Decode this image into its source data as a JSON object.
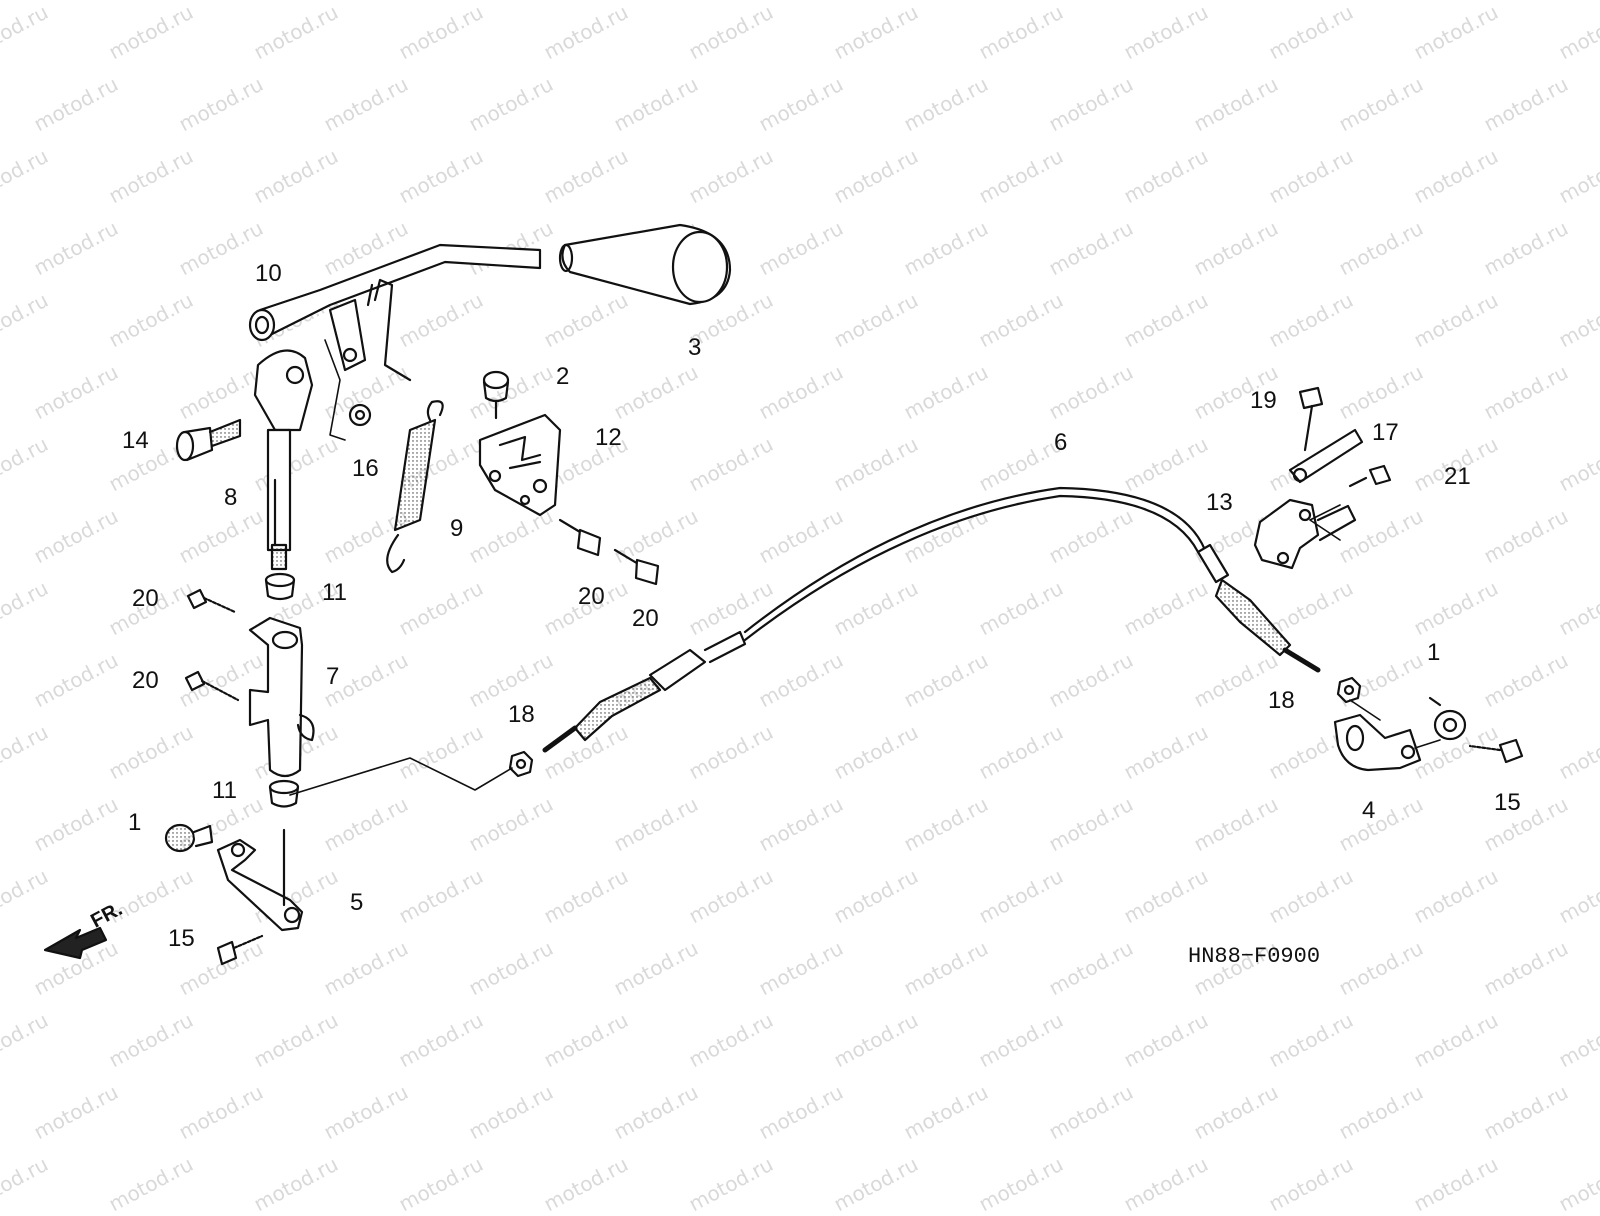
{
  "watermark": "motod.ru",
  "diagram_code": "HN88−F0900",
  "direction_label": "FR.",
  "callouts": {
    "c10": "10",
    "c3": "3",
    "c2": "2",
    "c12": "12",
    "c14": "14",
    "c16": "16",
    "c8": "8",
    "c9": "9",
    "c11a": "11",
    "c11b": "11",
    "c20a": "20",
    "c20b": "20",
    "c20c": "20",
    "c20d": "20",
    "c7": "7",
    "c1a": "1",
    "c1b": "1",
    "c5": "5",
    "c15a": "15",
    "c15b": "15",
    "c18a": "18",
    "c18b": "18",
    "c6": "6",
    "c19": "19",
    "c17": "17",
    "c21": "21",
    "c13": "13",
    "c4": "4"
  }
}
